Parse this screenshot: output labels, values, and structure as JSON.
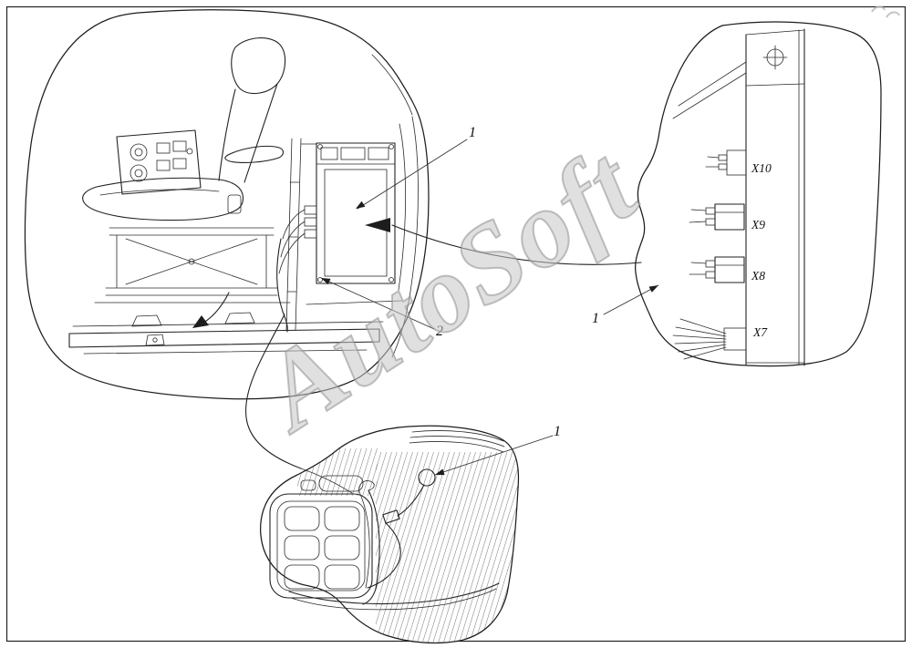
{
  "figure": {
    "watermark": "AutoSoft",
    "views": {
      "cab": {
        "callout_box": "1",
        "callout_harness": "2"
      },
      "panel": {
        "callout": "1",
        "connector_labels": [
          "X10",
          "X9",
          "X8",
          "X7"
        ]
      },
      "floor": {
        "callout": "1"
      }
    }
  }
}
